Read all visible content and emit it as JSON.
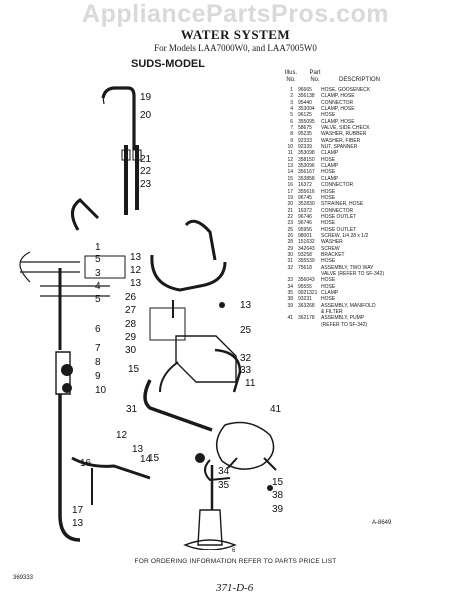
{
  "watermark": "AppliancePartsPros.com",
  "title": "WATER SYSTEM",
  "subtitle": "For Models LAA7000W0, and LAA7005W0",
  "model": "SUDS-MODEL",
  "parts_header": {
    "illus": "Illus.",
    "no1": "No.",
    "part": "Part",
    "no2": "No.",
    "description": "DESCRIPTION"
  },
  "parts": [
    {
      "illus": "1",
      "part": "96665",
      "desc": "HOSE, GOOSENECK"
    },
    {
      "illus": "2",
      "part": "356138",
      "desc": "CLAMP, HOSE"
    },
    {
      "illus": "3",
      "part": "95440",
      "desc": "CONNECTOR"
    },
    {
      "illus": "4",
      "part": "353094",
      "desc": "CLAMP, HOSE"
    },
    {
      "illus": "5",
      "part": "96125",
      "desc": "HOSE"
    },
    {
      "illus": "6",
      "part": "355095",
      "desc": "CLAMP, HOSE"
    },
    {
      "illus": "7",
      "part": "58675",
      "desc": "VALVE, SIDE CHECK"
    },
    {
      "illus": "8",
      "part": "95235",
      "desc": "WASHER, RUBBER"
    },
    {
      "illus": "9",
      "part": "92333",
      "desc": "WASHER, FIBER"
    },
    {
      "illus": "10",
      "part": "92339",
      "desc": "NUT, SPANNER"
    },
    {
      "illus": "11",
      "part": "353098",
      "desc": "CLAMP"
    },
    {
      "illus": "12",
      "part": "358150",
      "desc": "HOSE"
    },
    {
      "illus": "13",
      "part": "353096",
      "desc": "CLAMP"
    },
    {
      "illus": "14",
      "part": "356167",
      "desc": "HOSE"
    },
    {
      "illus": "15",
      "part": "353858",
      "desc": "CLAMP"
    },
    {
      "illus": "16",
      "part": "16372",
      "desc": "CONNECTOR"
    },
    {
      "illus": "17",
      "part": "355616",
      "desc": "HOSE"
    },
    {
      "illus": "19",
      "part": "96745",
      "desc": "HOSE"
    },
    {
      "illus": "20",
      "part": "352830",
      "desc": "STRAINER, HOSE"
    },
    {
      "illus": "21",
      "part": "16372",
      "desc": "CONNECTOR"
    },
    {
      "illus": "22",
      "part": "96746",
      "desc": "HOSE OUTLET"
    },
    {
      "illus": "23",
      "part": "96746",
      "desc": "HOSE"
    },
    {
      "illus": "25",
      "part": "95956",
      "desc": "HOSE OUTLET"
    },
    {
      "illus": "26",
      "part": "98001",
      "desc": "SCREW, 1/4 28 x 1/2"
    },
    {
      "illus": "28",
      "part": "151632",
      "desc": "WASHER"
    },
    {
      "illus": "29",
      "part": "342643",
      "desc": "SCREW"
    },
    {
      "illus": "30",
      "part": "93258",
      "desc": "BRACKET"
    },
    {
      "illus": "31",
      "part": "355539",
      "desc": "HOSE"
    },
    {
      "illus": "32",
      "part": "75618",
      "desc": "ASSEMBLY, TWO WAY"
    },
    {
      "illus": "",
      "part": "",
      "desc": "VALVE (REFER TO SF-342)"
    },
    {
      "illus": "33",
      "part": "356043",
      "desc": "HOSE"
    },
    {
      "illus": "34",
      "part": "95555",
      "desc": "HOSE"
    },
    {
      "illus": "35",
      "part": "9921321",
      "desc": "CLAMP"
    },
    {
      "illus": "38",
      "part": "93231",
      "desc": "HOSE"
    },
    {
      "illus": "39",
      "part": "363268",
      "desc": "ASSEMBLY, MANIFOLD"
    },
    {
      "illus": "",
      "part": "",
      "desc": "& FILTER"
    },
    {
      "illus": "41",
      "part": "362178",
      "desc": "ASSEMBLY, PUMP"
    },
    {
      "illus": "",
      "part": "",
      "desc": "(REFER TO SF-342)"
    }
  ],
  "callouts": {
    "c19": "19",
    "c20": "20",
    "c21": "21",
    "c22": "22",
    "c23": "23",
    "c1": "1",
    "c5a": "5",
    "c3": "3",
    "c4": "4",
    "c5b": "5",
    "c13a": "13",
    "c12a": "12",
    "c13b": "13",
    "c26": "26",
    "c27": "27",
    "c28": "28",
    "c29": "29",
    "c30": "30",
    "c6": "6",
    "c7": "7",
    "c8": "8",
    "c9": "9",
    "c10": "10",
    "c13c": "13",
    "c25": "25",
    "c32": "32",
    "c33": "33",
    "c15a": "15",
    "c31": "31",
    "c11": "11",
    "c12b": "12",
    "c13d": "13",
    "c14": "14",
    "c15b": "15",
    "c16": "16",
    "c17": "17",
    "c13e": "13",
    "c41": "41",
    "c34": "34",
    "c35": "35",
    "c38": "38",
    "c39": "39",
    "c15c": "15"
  },
  "figure_code": "A-8649",
  "page_code": "6",
  "footer_note": "FOR ORDERING INFORMATION REFER TO PARTS PRICE LIST",
  "footer_left": "369333",
  "footer_hand": "371-D-6"
}
